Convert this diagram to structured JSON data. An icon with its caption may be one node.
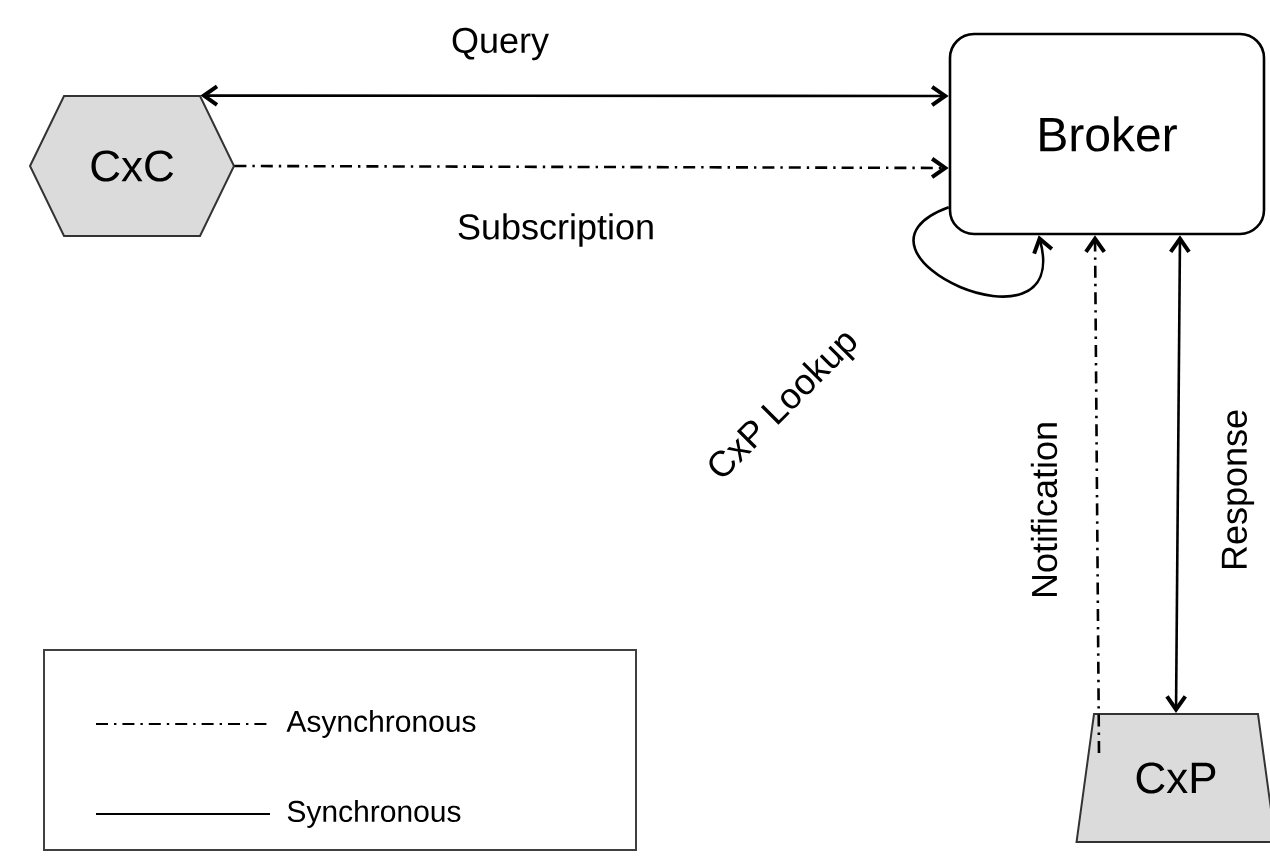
{
  "diagram": {
    "nodes": [
      {
        "text": [
          "CxC"
        ]
      },
      {
        "text": [
          "Broker"
        ]
      },
      {
        "text": [
          "CxP"
        ]
      }
    ],
    "edges": [
      {
        "from": 0,
        "to": 1,
        "arrow": "both",
        "label": "Query"
      },
      {
        "from": 0,
        "to": 1,
        "arrow": "to",
        "label": "Subscription",
        "style": "dashed"
      },
      {
        "from": 1,
        "to": 1,
        "arrow": "to",
        "label": "CxP Lookup"
      },
      {
        "from": 2,
        "to": 1,
        "arrow": "to",
        "label": "Notification",
        "style": "dashed"
      },
      {
        "from": 1,
        "to": 2,
        "arrow": "both",
        "label": "Response"
      }
    ],
    "legend": [
      {
        "text": "Asynchronous"
      },
      {
        "text": "Synchronous"
      }
    ]
  }
}
